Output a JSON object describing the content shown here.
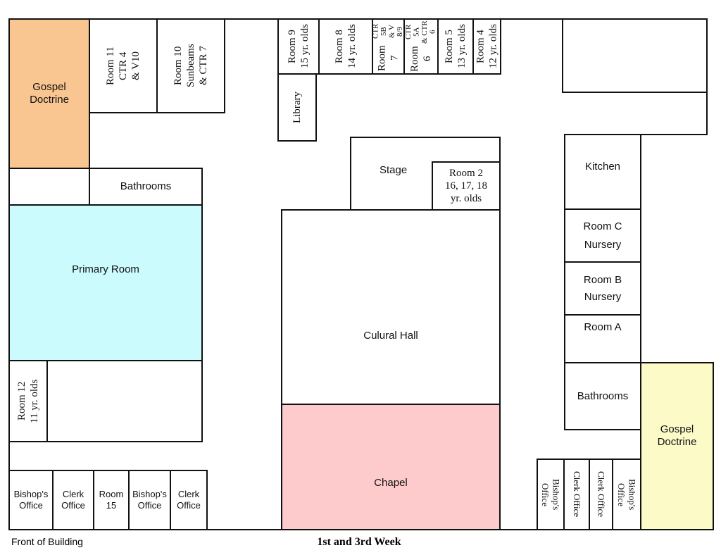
{
  "title": "1st and 3rd Week",
  "front_label": "Front of Building",
  "colors": {
    "gospel_left": "#F9C590",
    "primary": "#CCFBFD",
    "chapel": "#FDCBCB",
    "gospel_right": "#FCFBC8"
  },
  "rooms": {
    "gospel_left": "Gospel\nDoctrine",
    "room11": "Room 11\nCTR 4\n& V10",
    "room10": "Room 10\nSunbeams\n& CTR 7",
    "bathrooms_left": "Bathrooms",
    "primary": "Primary Room",
    "room12": "Room 12\n11 yr. olds",
    "bishop1": "Bishop's\nOffice",
    "clerk1": "Clerk\nOffice",
    "room15": "Room\n15",
    "bishop2": "Bishop's\nOffice",
    "clerk2": "Clerk\nOffice",
    "room9": "Room 9\n15 yr. olds",
    "room8": "Room 8\n14 yr. olds",
    "room7_a": "Room 7",
    "room7_b": "CTR 5B\n& V 8/9",
    "room6_a": "Room 6",
    "room6_b": "CTR 5A\n& CTR 6",
    "room5": "Room 5\n13 yr. olds",
    "room4": "Room 4\n12 yr. olds",
    "library": "Library",
    "stage": "Stage",
    "room2": "Room 2\n16, 17, 18\nyr. olds",
    "cultural_hall": "Culural Hall",
    "chapel": "Chapel",
    "kitchen": "Kitchen",
    "roomC": "Room C\nNursery",
    "roomB": "Room B\nNursery",
    "roomA": "Room A",
    "bathrooms_right": "Bathrooms",
    "gospel_right": "Gospel\nDoctrine",
    "bishop3": "Bishop's\nOffice",
    "clerk3": "Clerk Office",
    "clerk4": "Clerk Office",
    "bishop4": "Bishop's\nOffice"
  }
}
